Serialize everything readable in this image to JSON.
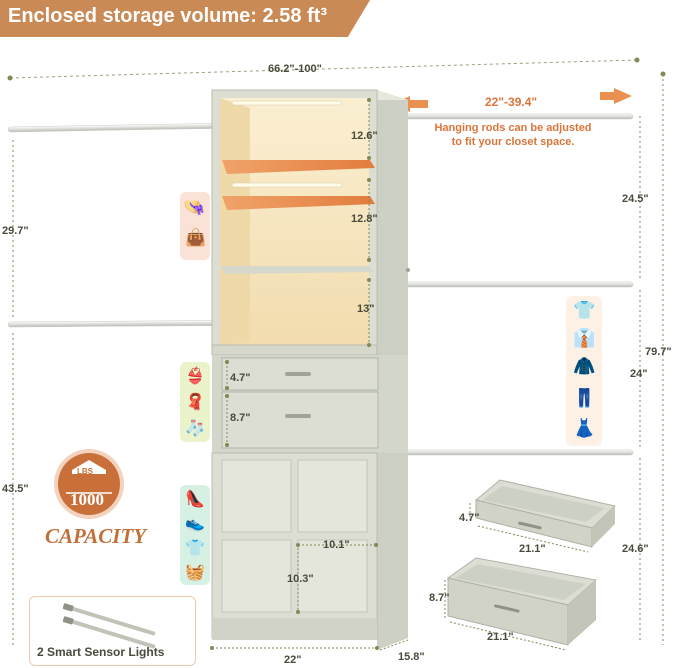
{
  "banner": {
    "title": "Enclosed storage volume: 2.58 ft³"
  },
  "dimensions": {
    "total_width": "66.2\"-100\"",
    "rod_extend": "22\"-39.4\"",
    "shelf_1": "12.6\"",
    "shelf_2": "12.8\"",
    "shelf_3": "13\"",
    "drawer_small": "4.7\"",
    "drawer_large": "8.7\"",
    "left_upper": "29.7\"",
    "left_lower": "43.5\"",
    "right_top": "24.5\"",
    "right_mid": "24\"",
    "right_bottom": "24.6\"",
    "total_height": "79.7\"",
    "cube_width": "10.1\"",
    "cube_height": "10.3\"",
    "base_width": "22\"",
    "depth": "15.8\"",
    "drawer_1_depth": "4.7\"",
    "drawer_1_width": "21.1\"",
    "drawer_2_depth": "8.7\"",
    "drawer_2_width": "21.1\""
  },
  "note": {
    "line1": "Hanging rods can be adjusted",
    "line2": "to fit your closet space."
  },
  "capacity": {
    "lbs_label": "LBS",
    "weight": "1000",
    "label": "CAPACITY"
  },
  "lights": {
    "label": "2 Smart Sensor Lights"
  },
  "colors": {
    "accent": "#c98a55",
    "cabinet": "#dcded3",
    "light": "#f6e6c2",
    "orange": "#d9753a"
  },
  "icons": {
    "top_group": [
      "hat-icon",
      "handbag-icon"
    ],
    "middle_group": [
      "bra-icon",
      "scarf-icon",
      "socks-icon"
    ],
    "bottom_group": [
      "heels-icon",
      "shoe-icon",
      "folded-clothes-icon",
      "towels-icon"
    ],
    "clothes_group": [
      "tshirt-icon",
      "shirt-icon",
      "jacket-icon",
      "pants-icon",
      "skirt-icon"
    ]
  }
}
